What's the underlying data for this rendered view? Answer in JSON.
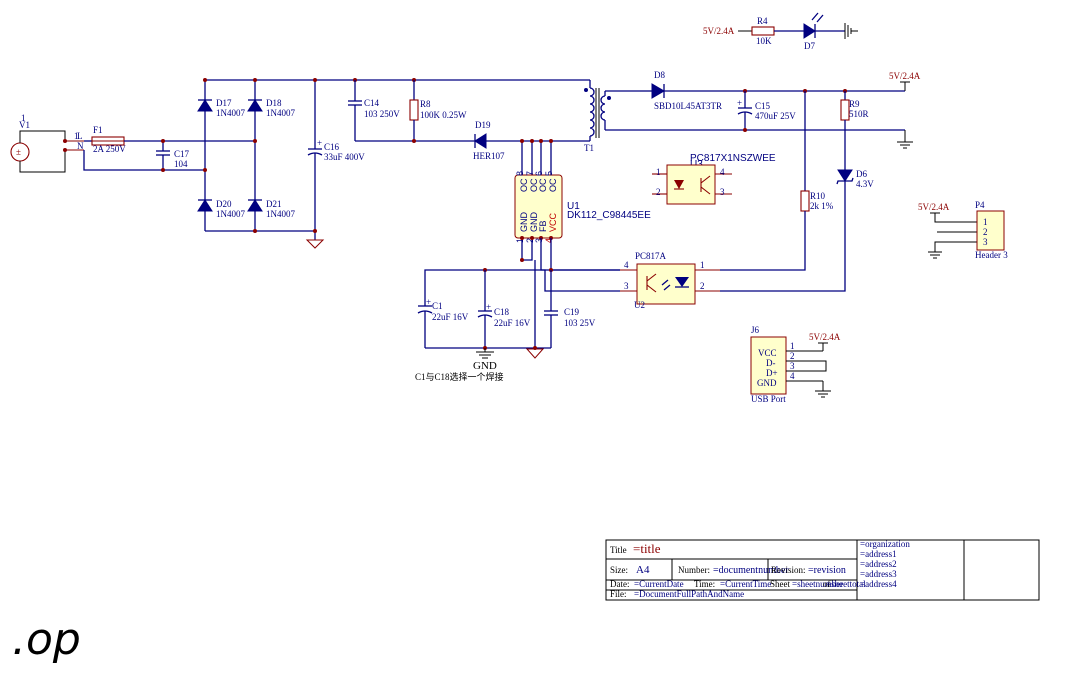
{
  "power_labels": {
    "r4_net": "5V/2.4A",
    "out_net": "5V/2.4A",
    "p4_net": "5V/2.4A",
    "j6_net": "5V/2.4A"
  },
  "v1": {
    "ref": "V1",
    "pin": "1"
  },
  "jp": {
    "pin1": "1",
    "pin_l": "L",
    "pin_n": "N"
  },
  "f1": {
    "ref": "F1",
    "value": "2A 250V"
  },
  "c17": {
    "ref": "C17",
    "value": "104"
  },
  "d17": {
    "ref": "D17",
    "value": "1N4007"
  },
  "d18": {
    "ref": "D18",
    "value": "1N4007"
  },
  "d20": {
    "ref": "D20",
    "value": "1N4007"
  },
  "d21": {
    "ref": "D21",
    "value": "1N4007"
  },
  "c16": {
    "ref": "C16",
    "value": "33uF 400V"
  },
  "c14": {
    "ref": "C14",
    "value": "103 250V"
  },
  "r8": {
    "ref": "R8",
    "value": "100K 0.25W"
  },
  "d19": {
    "ref": "D19",
    "value": "HER107"
  },
  "t1": {
    "ref": "T1"
  },
  "d8": {
    "ref": "D8",
    "value": "SBD10L45AT3TR"
  },
  "c15": {
    "ref": "C15",
    "value": "470uF 25V"
  },
  "r9": {
    "ref": "R9",
    "value": "510R"
  },
  "r4": {
    "ref": "R4",
    "value": "10K"
  },
  "d7": {
    "ref": "D7"
  },
  "u3": {
    "ref": "U3",
    "part": "PC817X1NSZWEE",
    "pins": [
      "1",
      "2",
      "3",
      "4"
    ]
  },
  "u1": {
    "ref": "U1",
    "part": "DK112_C98445EE",
    "pins_top": [
      "OC",
      "OC",
      "OC",
      "OC"
    ],
    "pin_nums_top": [
      "8",
      "7",
      "6",
      "5"
    ],
    "pins_bottom": [
      "GND",
      "GND",
      "FB",
      "VCC"
    ],
    "pin_nums_bottom": [
      "1",
      "2",
      "3",
      "4"
    ]
  },
  "r10": {
    "ref": "R10",
    "value": "2k 1%"
  },
  "d6": {
    "ref": "D6",
    "value": "4.3V"
  },
  "u2": {
    "ref": "U2",
    "part": "PC817A",
    "pins": [
      "4",
      "3",
      "1",
      "2"
    ]
  },
  "c1": {
    "ref": "C1",
    "value": "22uF 16V"
  },
  "c18": {
    "ref": "C18",
    "value": "22uF 16V"
  },
  "c19": {
    "ref": "C19",
    "value": "103 25V"
  },
  "gnd_label": "GND",
  "note": "C1与C18选择一个焊接",
  "p4": {
    "ref": "P4",
    "pins": [
      "1",
      "2",
      "3"
    ],
    "name": "Header 3"
  },
  "j6": {
    "ref": "J6",
    "pin_names": [
      "VCC",
      "D-",
      "D+",
      "GND"
    ],
    "pins": [
      "1",
      "2",
      "3",
      "4"
    ],
    "name": "USB Port"
  },
  "title_block": {
    "title_label": "Title",
    "title_value": "=title",
    "size_label": "Size:",
    "size_value": "A4",
    "number_label": "Number:",
    "number_value": "=documentnumber",
    "revision_label": "Revision:",
    "revision_value": "=revision",
    "date_label": "Date:",
    "date_value": "=CurrentDate",
    "time_label": "Time:",
    "time_value": "=CurrentTime",
    "sheet_label": "Sheet",
    "sheet_value": "=sheetnumber",
    "of_label": "of",
    "sheet_total": "=sheettotal",
    "file_label": "File:",
    "file_value": "=DocumentFullPathAndName",
    "organization": "=organization",
    "address1": "=address1",
    "address2": "=address2",
    "address3": "=address3",
    "address4": "=address4"
  },
  "footer_text": ".op"
}
